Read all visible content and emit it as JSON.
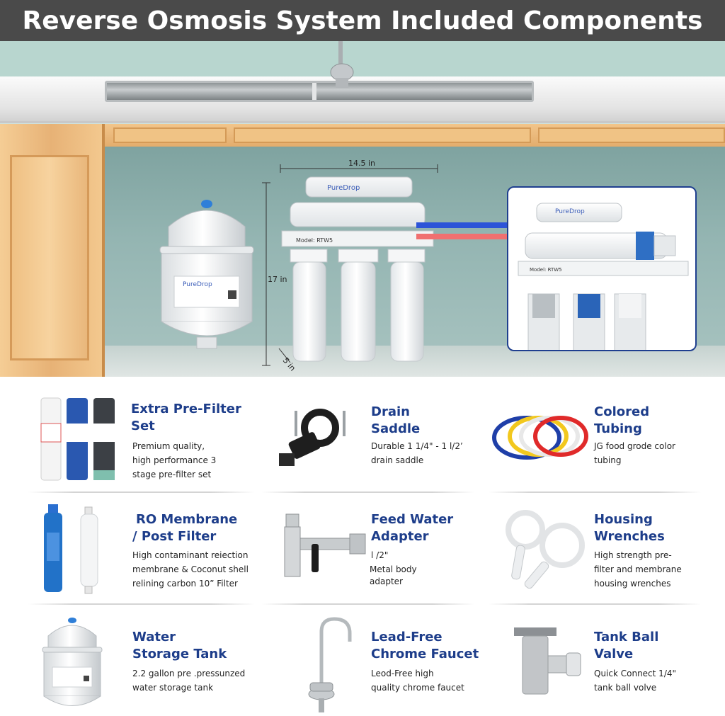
{
  "title": "Reverse Osmosis System Included Components",
  "scene": {
    "dim_width": "14.5 in",
    "dim_height": "17 in",
    "dim_depth": "5 in",
    "tank_brand": "PureDrop",
    "unit_brand": "PureDrop",
    "unit_model": "Model: RTW5",
    "inset_brand": "PureDrop",
    "inset_model": "Model: RTW5"
  },
  "components": [
    {
      "name_lines": [
        "Extra Pre-Filter",
        "Set"
      ],
      "desc_lines": [
        "Premium quality,",
        "high performance 3",
        "stage pre-filter set"
      ],
      "icon": "pre-filter-set-icon"
    },
    {
      "name_lines": [
        "Drain",
        "Saddle"
      ],
      "desc_lines": [
        "Durable 1 1/4\" - 1 l/2’",
        "drain saddle"
      ],
      "icon": "drain-saddle-icon"
    },
    {
      "name_lines": [
        "Colored",
        "Tubing"
      ],
      "desc_lines": [
        "JG food grode color",
        "tubing"
      ],
      "icon": "colored-tubing-icon"
    },
    {
      "name_lines": [
        "RO  Membrane",
        "/ Post Filter"
      ],
      "desc_lines": [
        "High contaminant reiection",
        "membrane & Coconut shell",
        "relining carbon 10” Filter"
      ],
      "icon": "membrane-filter-icon"
    },
    {
      "name_lines": [
        "Feed Water",
        "Adapter"
      ],
      "desc_lines": [
        "l /2\"",
        "Metal body",
        "adapter"
      ],
      "icon": "feed-adapter-icon"
    },
    {
      "name_lines": [
        "Housing",
        "Wrenches"
      ],
      "desc_lines": [
        "High strength pre-",
        "filter and membrane",
        "housing wrenches"
      ],
      "icon": "wrench-icon"
    },
    {
      "name_lines": [
        "Water",
        "Storage Tank"
      ],
      "desc_lines": [
        "2.2 gallon pre .pressunzed",
        "water storage tank"
      ],
      "icon": "storage-tank-icon"
    },
    {
      "name_lines": [
        "Lead-Free",
        "Chrome Faucet"
      ],
      "desc_lines": [
        "Leod-Free high",
        "quality chrome faucet"
      ],
      "icon": "faucet-icon"
    },
    {
      "name_lines": [
        "Tank Ball",
        "Valve"
      ],
      "desc_lines": [
        "Quick Connect 1/4\"",
        "tank ball volve"
      ],
      "icon": "ball-valve-icon"
    }
  ],
  "colors": {
    "banner": "#4a4a4a",
    "heading_blue": "#1d3d8a",
    "arrow_blue": "#2c54d8",
    "arrow_red": "#f07070"
  }
}
